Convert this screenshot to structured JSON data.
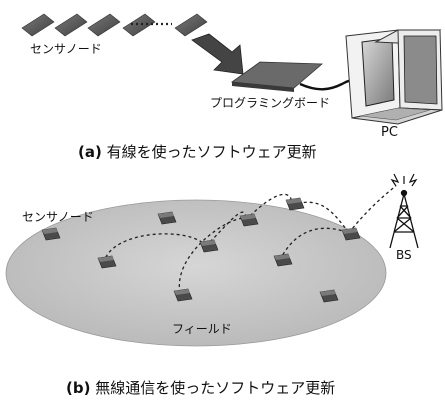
{
  "panel_a": {
    "sensor_nodes_label": "センサノード",
    "board_label": "プログラミングボード",
    "pc_label": "PC",
    "caption_tag": "(a)",
    "caption_text": " 有線を使ったソフトウェア更新"
  },
  "panel_b": {
    "sensor_nodes_label": "センサノード",
    "field_label": "フィールド",
    "bs_label": "BS",
    "caption_tag": "(b)",
    "caption_text": " 無線通信を使ったソフトウェア更新"
  },
  "colors": {
    "node_dark": "#555555",
    "node_mid": "#8a8a8a",
    "field_gray": "#c9c9c9",
    "ink": "#111111"
  }
}
